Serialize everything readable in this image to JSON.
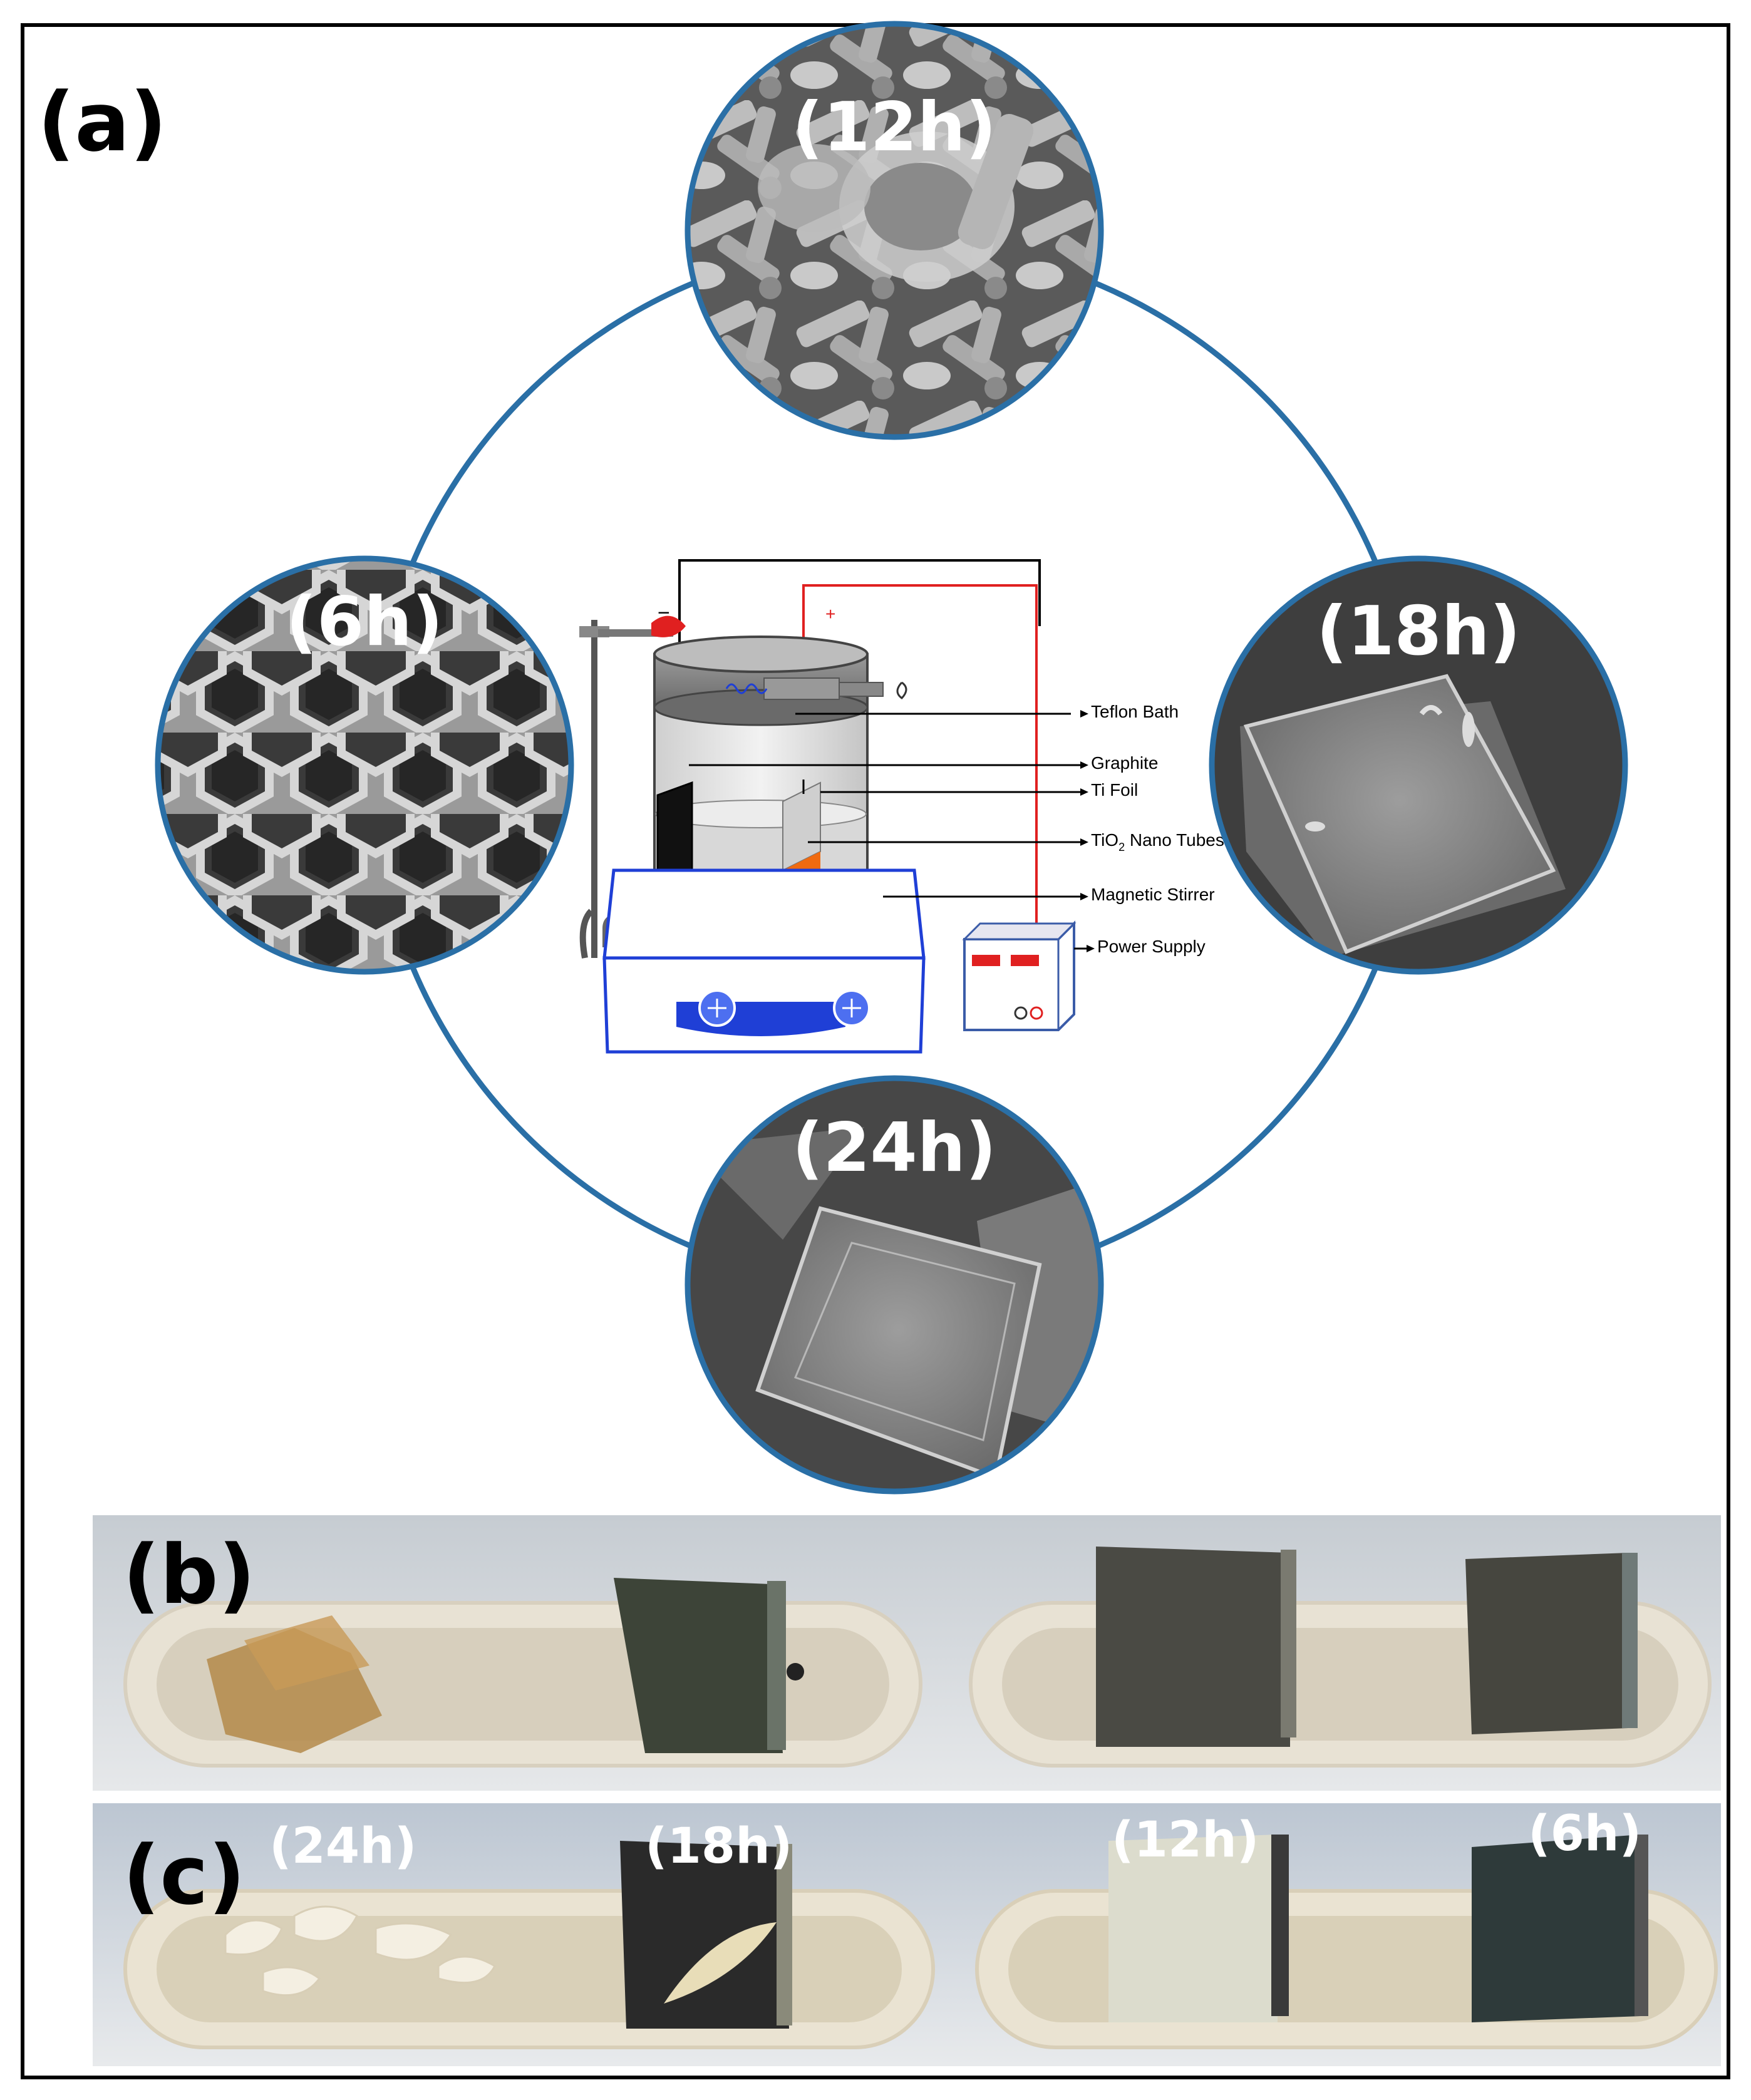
{
  "figure": {
    "panels": {
      "a": "(a)",
      "b": "(b)",
      "c": "(c)"
    },
    "sem_labels": {
      "top": "(12h)",
      "left": "(6h)",
      "right": "(18h)",
      "bottom": "(24h)"
    },
    "setup_labels": {
      "teflon_bath": "Teflon Bath",
      "graphite": "Graphite",
      "ti_foil": "Ti Foil",
      "tio2_prefix": "TiO",
      "tio2_sub": "2",
      "tio2_suffix": " Nano Tubes",
      "magnetic_stirrer": "Magnetic Stirrer",
      "power_supply": "Power Supply",
      "minus": "−",
      "plus": "+"
    },
    "photo_c_labels": {
      "p1": "(24h)",
      "p2": "(18h)",
      "p3": "(12h)",
      "p4": "(6h)"
    },
    "colors": {
      "ring": "#2a6fa6",
      "frame": "#000000",
      "wire_red": "#e02020",
      "stirrer_blue": "#1f3fd6",
      "tio2_orange": "#f06a10",
      "electrolyte": "#d8d8d8"
    }
  }
}
